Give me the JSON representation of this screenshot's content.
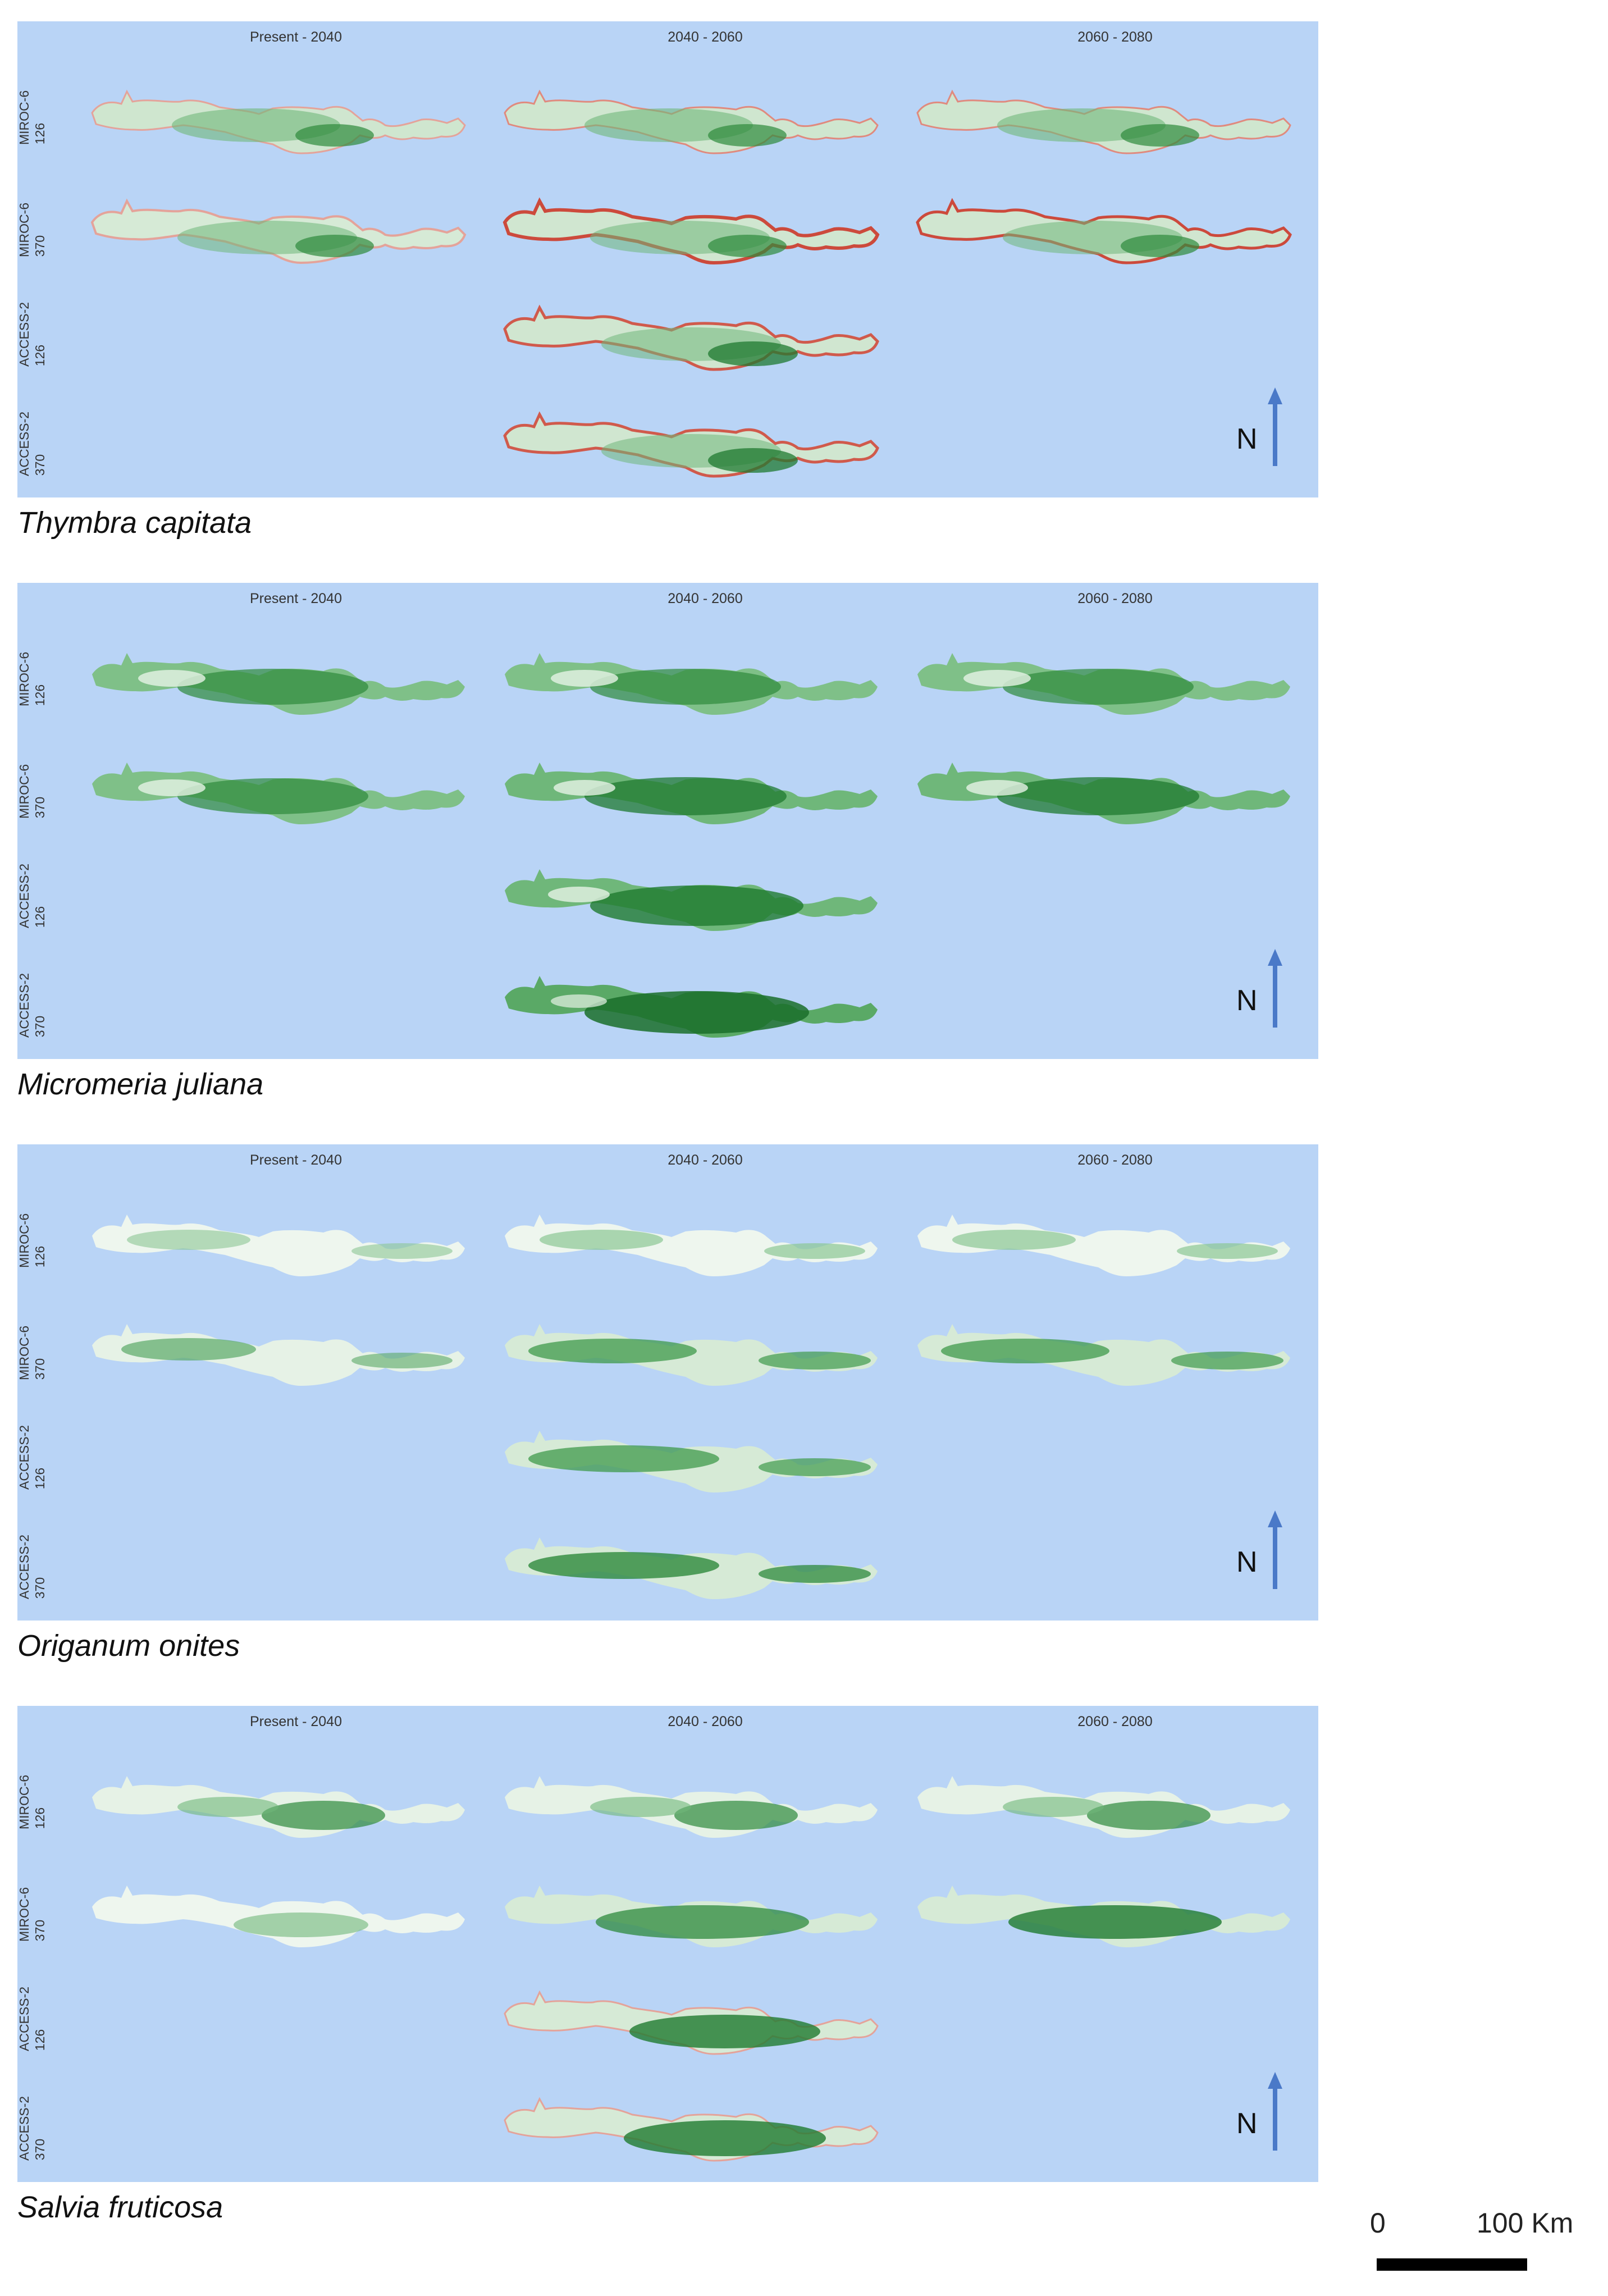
{
  "columns": [
    "Present - 2040",
    "2040 - 2060",
    "2060 - 2080"
  ],
  "rows": [
    {
      "model": "MIROC-6",
      "scenario": "126"
    },
    {
      "model": "MIROC-6",
      "scenario": "370"
    },
    {
      "model": "ACCESS-2",
      "scenario": "126"
    },
    {
      "model": "ACCESS-2",
      "scenario": "370"
    }
  ],
  "north_label": "N",
  "scale_bar": {
    "zero": "0",
    "distance": "100 Km"
  },
  "colors": {
    "sea": "#b9d4f6",
    "land_light": "#e6f2e6",
    "land_green": "#3f9a4b",
    "land_dark": "#1f7a30",
    "loss_red": "#d9695a",
    "north_arrow": "#4a79c8"
  },
  "panels": [
    {
      "species": "Thymbra capitata",
      "style": "mixed-red"
    },
    {
      "species": "Micromeria juliana",
      "style": "dense-green"
    },
    {
      "species": "Origanum onites",
      "style": "pale-green"
    },
    {
      "species": "Salvia fruticosa",
      "style": "mixed-green"
    }
  ]
}
